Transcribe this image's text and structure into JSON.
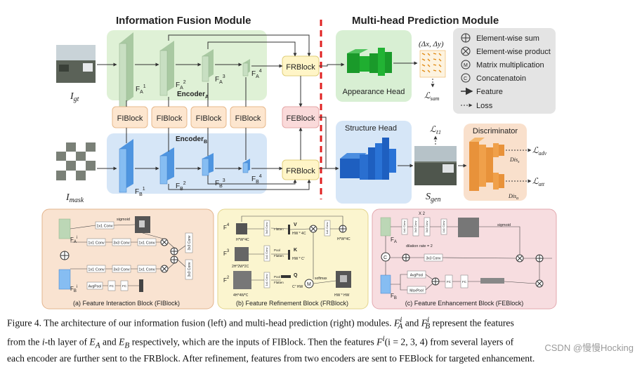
{
  "colors": {
    "green_region": "#d9efcf",
    "blue_region": "#d6e6f7",
    "orange_panel": "#f9e3d1",
    "yellow_panel": "#fbf5cf",
    "pink_panel": "#f7dde0",
    "gray_region": "#e4e4e4",
    "block_orange": "#fde6cf",
    "block_yellow": "#fff5c7",
    "block_pink": "#fadada",
    "green_layer": "#bcd7b6",
    "blue_layer": "#7fb6ee",
    "red_divider": "#e02020"
  },
  "titles": {
    "info_fusion": "Information Fusion Module",
    "multihead": "Multi-head Prediction Module"
  },
  "inputs": {
    "i_gt": "I",
    "i_gt_sub": "gt",
    "i_mask": "I",
    "i_mask_sub": "mask"
  },
  "encoders": {
    "a": "Encoder",
    "a_sub": "A",
    "b": "Encoder",
    "b_sub": "B"
  },
  "layer_labels": {
    "fa": [
      "F",
      "F",
      "F",
      "F"
    ],
    "fa_sub": "A",
    "fb": [
      "F",
      "F",
      "F",
      "F"
    ],
    "fb_sub": "B",
    "sup": [
      "1",
      "2",
      "3",
      "4"
    ]
  },
  "blocks": {
    "fiblock": "FIBlock",
    "frblock": "FRBlock",
    "feblock": "FEBlock"
  },
  "heads": {
    "appearance": "Appearance Head",
    "structure": "Structure Head",
    "discriminator": "Discriminator"
  },
  "outputs": {
    "delta": "(Δx, Δy)",
    "l_sam": "ℒ",
    "l_sam_sub": "sam",
    "l_l1": "ℒ",
    "l_l1_sub": "ℓ1",
    "s_gen": "S",
    "s_gen_sub": "gen",
    "l_adv": "ℒ",
    "l_adv_sub": "adv",
    "l_att": "ℒ",
    "l_att_sub": "att",
    "dis_s": "Dis",
    "dis_s_sub": "s",
    "dis_a": "Dis",
    "dis_a_sub": "a"
  },
  "legend": [
    {
      "icon": "⊕",
      "label": "Element-wise sum"
    },
    {
      "icon": "⊗",
      "label": "Element-wise product"
    },
    {
      "icon": "Ⓜ",
      "label": "Matrix multiplication"
    },
    {
      "icon": "Ⓒ",
      "label": "Concatenatoin"
    },
    {
      "icon": "arrow",
      "label": "Feature"
    },
    {
      "icon": "dashed-arrow",
      "label": "Loss"
    }
  ],
  "panel_a": {
    "caption": "(a) Feature Interaction Block (FIBlock)",
    "conv1": "1x1 Conv",
    "conv3": "3x3 Conv",
    "sigmoid": "sigmoid",
    "avgpool": "AvgPool",
    "fc": "FC",
    "fa": "F",
    "fa_sub": "A",
    "fb": "F",
    "fb_sub": "B",
    "sup": "i"
  },
  "panel_b": {
    "caption": "(b) Feature Refinement Block (FRBlock)",
    "f4": "F",
    "f3": "F",
    "f2": "F",
    "sup4": "4",
    "sup3": "3",
    "sup2": "2",
    "dim_f4": "H*W*4C",
    "dim_f3": "2H*2W*2C",
    "dim_f2": "4H*4W*C",
    "v": "V",
    "k": "K",
    "q": "Q",
    "dim_v": "HW * 4C",
    "dim_k": "HW * C'",
    "dim_q": "C'' HW",
    "dim_out": "H*W*4C",
    "dim_attn": "HW * HW",
    "flatten": "Flatten",
    "pool": "Pool",
    "softmax": "softmax",
    "conv1": "1x1 Conv",
    "conv3": "3x3 Conv"
  },
  "panel_c": {
    "caption": "(c) Feature Enhancement Block (FEBlock)",
    "x2": "X 2",
    "dilation": "dilation rate = 2",
    "sigmoid": "sigmoid",
    "avgpool": "AvgPool",
    "maxpool": "MaxPool",
    "fc": "FC",
    "conv1": "1x1 Conv",
    "conv3": "3x3 Conv",
    "fa": "F",
    "fa_sub": "A",
    "fb": "F",
    "fb_sub": "B"
  },
  "caption_lines": [
    "Figure 4.  The architecture of our information fusion (left) and multi-head prediction (right) modules.  F",
    "from the i-th layer of E",
    "each encoder are further sent to the FRBlock.  After refinement, features from two encoders are sent to FEBlock for targeted enhancement."
  ],
  "caption_text": {
    "l1a": "Figure 4.  The architecture of our information fusion (left) and multi-head prediction (right) modules.  ",
    "l1b": " and ",
    "l1c": " represent the features",
    "l2a": "from the ",
    "l2b": "i",
    "l2c": "-th layer of ",
    "l2d": " and ",
    "l2e": " respectively, which are the inputs of FIBlock.  Then the features ",
    "l2f": "(i = 2, 3, 4)",
    "l2g": " from several layers of",
    "l3": "each encoder are further sent to the FRBlock.  After refinement, features from two encoders are sent to FEBlock for targeted enhancement."
  },
  "watermark": "CSDN @慢慢Hocking"
}
